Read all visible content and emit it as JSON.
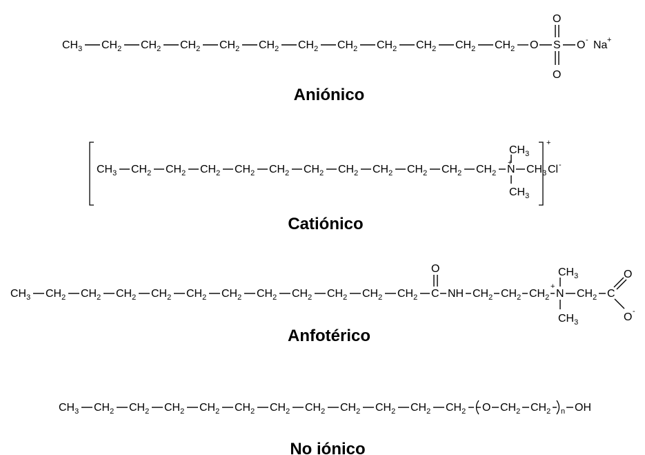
{
  "diagram": {
    "molecules": [
      {
        "id": "anionic",
        "caption": "Aniónico",
        "chain": [
          "CH3",
          "CH2",
          "CH2",
          "CH2",
          "CH2",
          "CH2",
          "CH2",
          "CH2",
          "CH2",
          "CH2",
          "CH2",
          "CH2"
        ],
        "head": {
          "o_link": "O",
          "s": "S",
          "o_top": "O",
          "o_bottom": "O",
          "o_minus": "O",
          "o_minus_charge": "-",
          "counter_ion": "Na",
          "counter_charge": "+"
        }
      },
      {
        "id": "cationic",
        "caption": "Catiónico",
        "chain": [
          "CH3",
          "CH2",
          "CH2",
          "CH2",
          "CH2",
          "CH2",
          "CH2",
          "CH2",
          "CH2",
          "CH2",
          "CH2",
          "CH2"
        ],
        "head": {
          "n": "N",
          "n_charge": "+",
          "methyl_top": "CH3",
          "methyl_right": "CH3",
          "methyl_bottom": "CH3",
          "bracket_charge": "+",
          "counter_ion": "Cl",
          "counter_charge": "-"
        }
      },
      {
        "id": "amphoteric",
        "caption": "Anfotérico",
        "chain": [
          "CH3",
          "CH2",
          "CH2",
          "CH2",
          "CH2",
          "CH2",
          "CH2",
          "CH2",
          "CH2",
          "CH2",
          "CH2",
          "CH2"
        ],
        "head": {
          "carbonyl_c": "C",
          "carbonyl_o": "O",
          "amide_n": "NH",
          "linker": [
            "CH2",
            "CH2",
            "CH2"
          ],
          "n": "N",
          "n_charge": "+",
          "methyl_top": "CH3",
          "methyl_bottom": "CH3",
          "ch2": "CH2",
          "carboxyl_c": "C",
          "carboxyl_o": "O",
          "carboxyl_o_minus": "O",
          "carboxyl_charge": "-"
        }
      },
      {
        "id": "nonionic",
        "caption": "No iónico",
        "chain": [
          "CH3",
          "CH2",
          "CH2",
          "CH2",
          "CH2",
          "CH2",
          "CH2",
          "CH2",
          "CH2",
          "CH2",
          "CH2",
          "CH2"
        ],
        "head": {
          "o": "O",
          "repeat": [
            "CH2",
            "CH2"
          ],
          "repeat_n": "n",
          "end": "OH"
        }
      }
    ]
  }
}
